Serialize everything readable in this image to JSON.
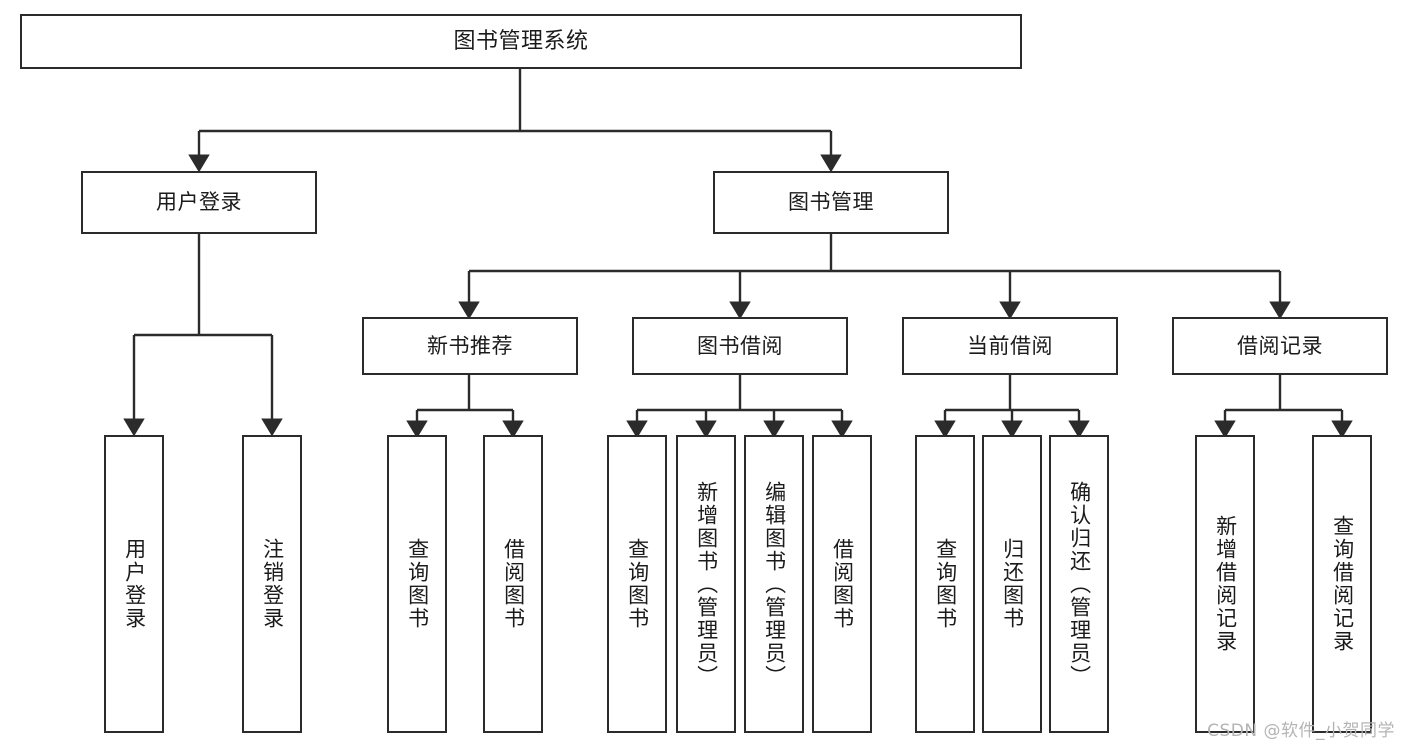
{
  "diagram": {
    "title": "图书管理系统",
    "watermark": "CSDN @软件_小贺同学",
    "type": "tree-hierarchy-diagram",
    "colors": {
      "box_border": "#2b2b2b",
      "box_fill": "#ffffff",
      "edge": "#2b2b2b",
      "text": "#1b1b1b",
      "watermark": "#b4b4b4",
      "background": "#ffffff"
    },
    "levels": {
      "level0": [
        "图书管理系统"
      ],
      "level1": [
        "用户登录",
        "图书管理"
      ],
      "level2": [
        "新书推荐",
        "图书借阅",
        "当前借阅",
        "借阅记录"
      ],
      "level3": [
        "用户登录",
        "注销登录",
        "查询图书",
        "借阅图书",
        "查询图书",
        "新增图书（管理员）",
        "编辑图书（管理员）",
        "借阅图书",
        "查询图书",
        "归还图书",
        "确认归还（管理员）",
        "新增借阅记录",
        "查询借阅记录"
      ]
    },
    "nodes": {
      "root": {
        "label": "图书管理系统"
      },
      "user_login": {
        "label": "用户登录"
      },
      "book_manage": {
        "label": "图书管理"
      },
      "new_book_rec": {
        "label": "新书推荐"
      },
      "book_borrow": {
        "label": "图书借阅"
      },
      "current_borrow": {
        "label": "当前借阅"
      },
      "borrow_record": {
        "label": "借阅记录"
      },
      "leaf_user_login": {
        "label": "用户登录"
      },
      "leaf_logout": {
        "label": "注销登录"
      },
      "leaf_query_book_a": {
        "label": "查询图书"
      },
      "leaf_borrow_book_a": {
        "label": "借阅图书"
      },
      "leaf_query_book_b": {
        "label": "查询图书"
      },
      "leaf_add_book": {
        "label": "新增图书（管理员）"
      },
      "leaf_edit_book": {
        "label": "编辑图书（管理员）"
      },
      "leaf_borrow_book_b": {
        "label": "借阅图书"
      },
      "leaf_query_book_c": {
        "label": "查询图书"
      },
      "leaf_return_book": {
        "label": "归还图书"
      },
      "leaf_confirm_return": {
        "label": "确认归还（管理员）"
      },
      "leaf_add_record": {
        "label": "新增借阅记录"
      },
      "leaf_query_record": {
        "label": "查询借阅记录"
      }
    }
  }
}
